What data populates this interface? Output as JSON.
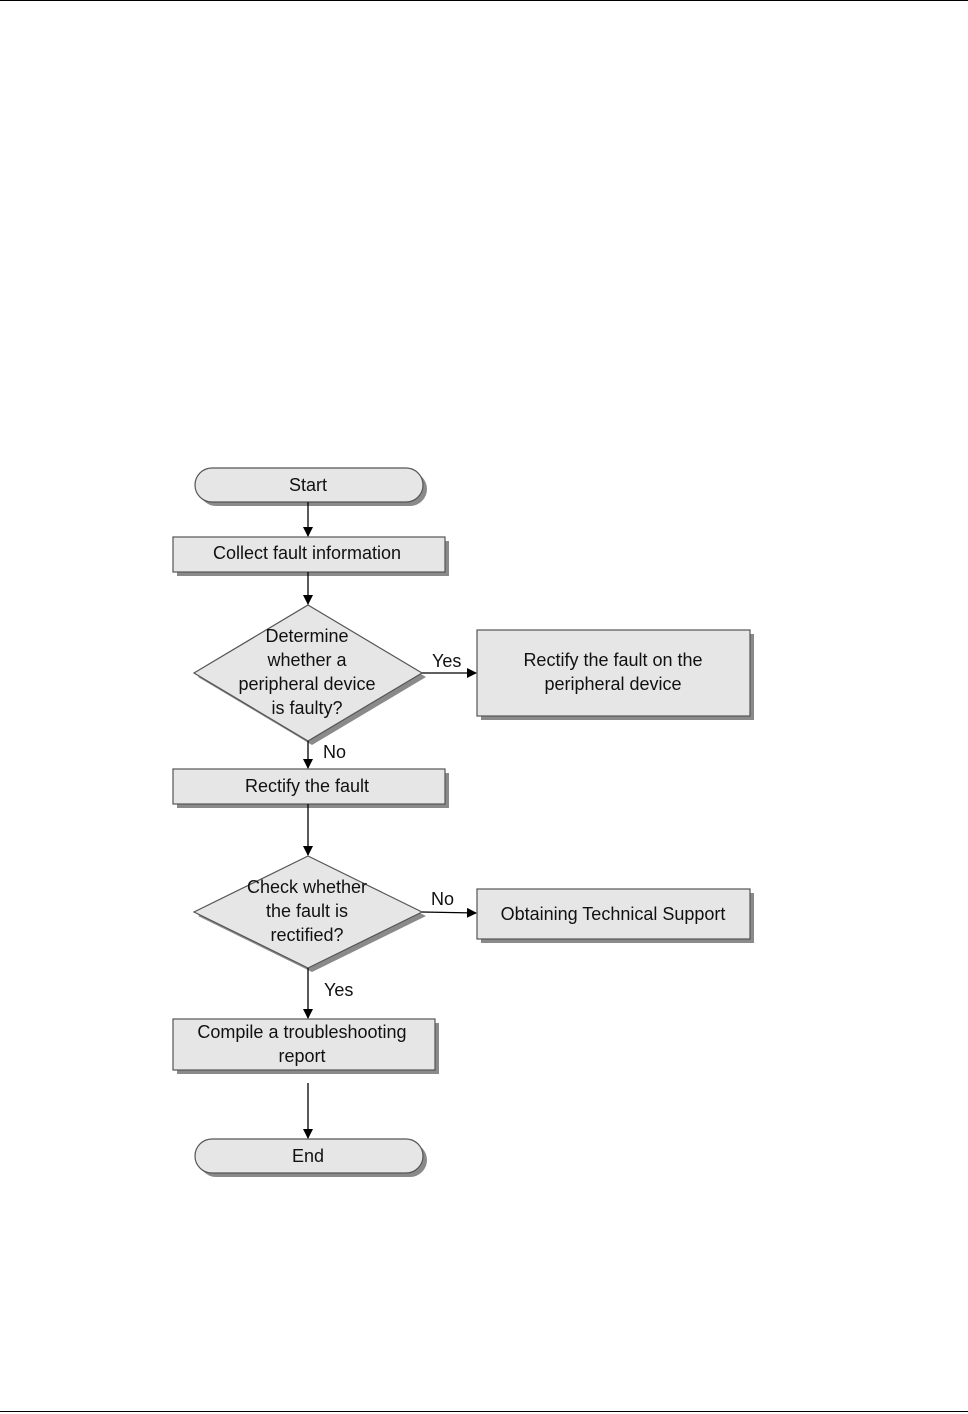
{
  "flowchart": {
    "nodes": {
      "start": {
        "lines": [
          "Start"
        ]
      },
      "collect": {
        "lines": [
          "Collect fault information"
        ]
      },
      "determine": {
        "lines": [
          "Determine",
          "whether a",
          "peripheral device",
          "is faulty?"
        ]
      },
      "rectify_peripheral": {
        "lines": [
          "Rectify the fault on the",
          "peripheral device"
        ]
      },
      "rectify": {
        "lines": [
          "Rectify the fault"
        ]
      },
      "check": {
        "lines": [
          "Check whether",
          "the fault is",
          "rectified?"
        ]
      },
      "obtain_support": {
        "lines": [
          "Obtaining Technical Support"
        ]
      },
      "compile": {
        "lines": [
          "Compile a troubleshooting",
          "report"
        ]
      },
      "end": {
        "lines": [
          "End"
        ]
      }
    },
    "edges": {
      "determine_yes": "Yes",
      "determine_no": "No",
      "check_no": "No",
      "check_yes": "Yes"
    },
    "colors": {
      "node_fill": "#e6e6e6",
      "node_stroke": "#555555",
      "shadow": "#8a8a8a",
      "line": "#000000"
    }
  }
}
